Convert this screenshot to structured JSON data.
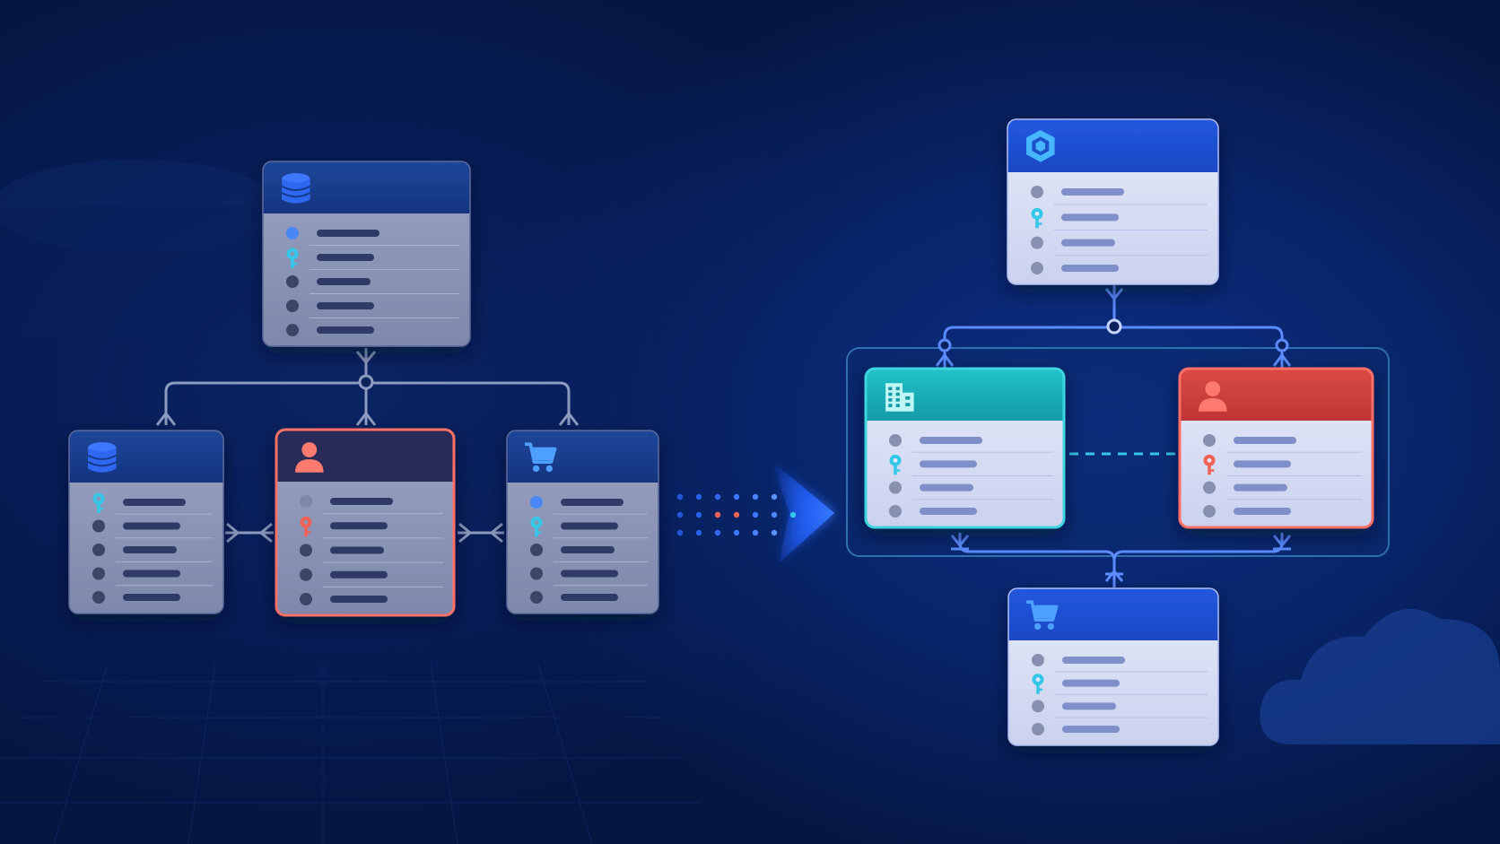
{
  "colors": {
    "background": "#06194f",
    "connector": "#8d9bbf",
    "connector_bright": "#5b8cff",
    "accent_cyan": "#35c6e8",
    "accent_red": "#ef6257",
    "header_navy": "#173a8c",
    "header_blue": "#1e4fd0",
    "header_teal": "#17aeb8",
    "header_red": "#cb3d3a",
    "body_grey": "#8791b2",
    "body_light": "#d9def5"
  },
  "diagram": {
    "legacy_schema": {
      "tables": [
        {
          "id": "l-top",
          "icon": "database-icon",
          "header": "navy",
          "body": "grey",
          "rows": [
            "dot-blue",
            "key-cyan",
            "dot",
            "dot",
            "dot"
          ]
        },
        {
          "id": "l-left",
          "icon": "database-icon",
          "header": "navy",
          "body": "grey",
          "rows": [
            "key-cyan",
            "dot",
            "dot",
            "dot",
            "dot"
          ]
        },
        {
          "id": "l-mid",
          "icon": "user-icon",
          "header": "navy",
          "body": "grey",
          "highlight": "red",
          "rows": [
            "dot-dim",
            "key-red",
            "dot",
            "dot",
            "dot"
          ]
        },
        {
          "id": "l-right",
          "icon": "cart-icon",
          "header": "navy",
          "body": "grey",
          "rows": [
            "dot-blue",
            "key-cyan",
            "dot",
            "dot",
            "dot"
          ]
        }
      ],
      "relations": [
        {
          "from": "l-top",
          "to": "l-left",
          "type": "one-to-many"
        },
        {
          "from": "l-top",
          "to": "l-mid",
          "type": "one-to-many"
        },
        {
          "from": "l-top",
          "to": "l-right",
          "type": "one-to-many"
        },
        {
          "from": "l-left",
          "to": "l-mid",
          "type": "many-to-many"
        },
        {
          "from": "l-mid",
          "to": "l-right",
          "type": "many-to-many"
        }
      ]
    },
    "migration_arrow": {
      "direction": "right"
    },
    "modern_schema": {
      "tables": [
        {
          "id": "r-top",
          "icon": "cube-icon",
          "header": "blue",
          "body": "light",
          "rows": [
            "dot",
            "key-cyan",
            "dot",
            "dot"
          ]
        },
        {
          "id": "r-mid-left",
          "icon": "building-icon",
          "header": "teal",
          "body": "light",
          "rows": [
            "dot",
            "key-cyan",
            "dot",
            "dot"
          ]
        },
        {
          "id": "r-mid-right",
          "icon": "user-icon",
          "header": "red",
          "body": "light",
          "rows": [
            "dot",
            "key-red",
            "dot",
            "dot"
          ]
        },
        {
          "id": "r-bottom",
          "icon": "cart-icon",
          "header": "blue",
          "body": "light",
          "rows": [
            "dot",
            "key-cyan",
            "dot",
            "dot"
          ]
        }
      ],
      "relations": [
        {
          "from": "r-top",
          "to": "r-mid-left",
          "type": "one-to-many"
        },
        {
          "from": "r-top",
          "to": "r-mid-right",
          "type": "one-to-many"
        },
        {
          "from": "r-mid-left",
          "to": "r-mid-right",
          "type": "dashed-link"
        },
        {
          "from": "r-mid-left",
          "to": "r-bottom",
          "type": "one-to-many"
        },
        {
          "from": "r-mid-right",
          "to": "r-bottom",
          "type": "one-to-many"
        }
      ],
      "group": [
        "r-mid-left",
        "r-mid-right"
      ]
    },
    "decorations": [
      "cloud-icon",
      "database-silhouette"
    ]
  }
}
